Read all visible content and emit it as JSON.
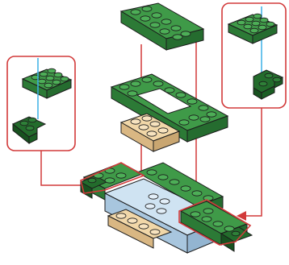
{
  "figure": {
    "kind": "lego-build-instruction-step",
    "callouts": [
      {
        "id": "left",
        "parts": [
          "green-plate-2x3",
          "dark-green-corner-plate-2x2"
        ]
      },
      {
        "id": "right",
        "parts": [
          "green-plate-2x3",
          "dark-green-corner-plate-2x2"
        ]
      }
    ],
    "colors": {
      "green": "#3f9a48",
      "green_side": "#2c7a36",
      "dark_green": "#236c2c",
      "dark_green_side": "#17511f",
      "tan": "#f1d7a8",
      "tan_side": "#d9b783",
      "light_blue": "#cfe3f2",
      "light_blue_side": "#a8c6de",
      "outline": "#1c1c1c",
      "callout_border": "#d23a3a",
      "guide_line": "#d23a3a",
      "connector_blue": "#3ab0e6"
    }
  }
}
